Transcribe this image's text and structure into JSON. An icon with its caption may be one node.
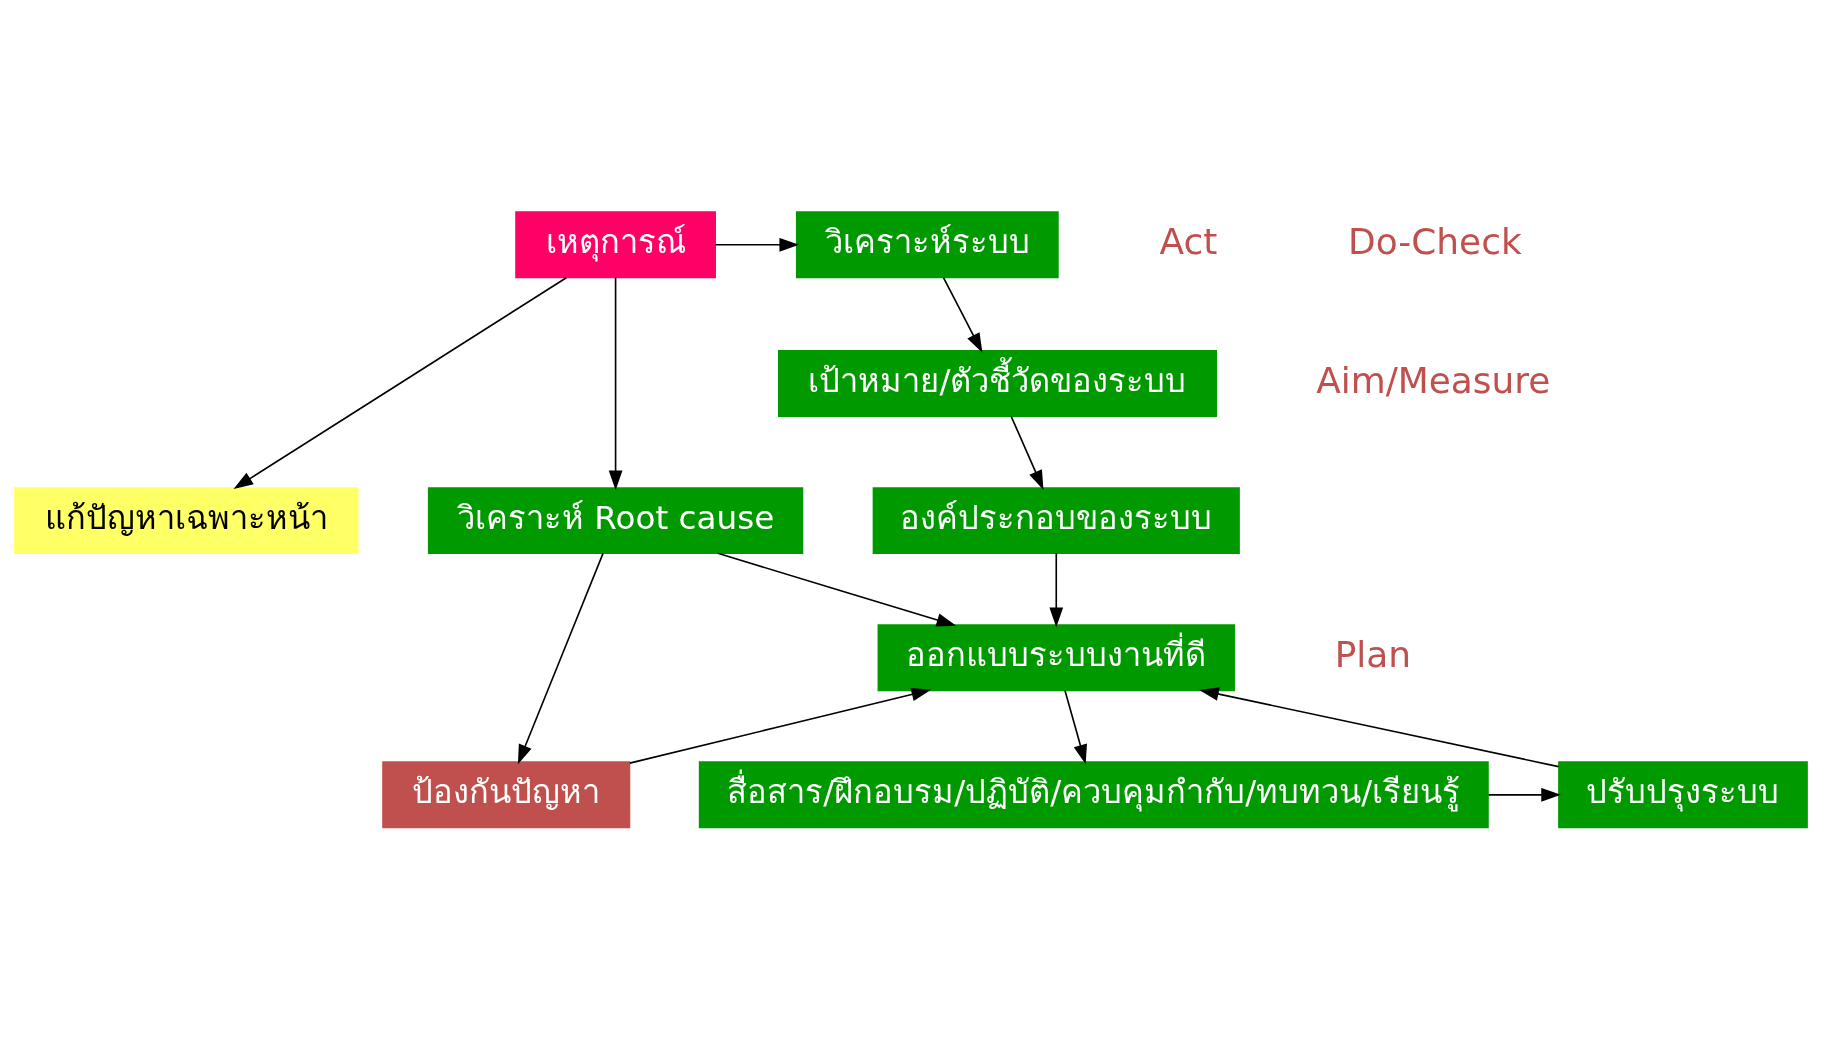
{
  "diagram": {
    "nodes": [
      {
        "text": [
          "เหตุการณ์"
        ]
      },
      {
        "text": [
          "วิเคราะห์ระบบ"
        ]
      },
      {
        "text": [
          "เป้าหมาย/ตัวชี้วัดของระบบ"
        ]
      },
      {
        "text": [
          "แก้ปัญหาเฉพาะหน้า"
        ]
      },
      {
        "text": [
          "วิเคราะห์ Root cause"
        ]
      },
      {
        "text": [
          "องค์ประกอบของระบบ"
        ]
      },
      {
        "text": [
          "ออกแบบระบบงานที่ดี"
        ]
      },
      {
        "text": [
          "ป้องกันปัญหา"
        ]
      },
      {
        "text": [
          "ปรับปรุงระบบ"
        ]
      },
      {
        "text": [
          "สื่อสาร/ฝึกอบรม/ปฏิบัติ/ควบคุมกำกับ/ทบทวน/เรียนรู้"
        ]
      }
    ],
    "edges": [
      {
        "from": 0,
        "to": 1,
        "arrow": "to"
      },
      {
        "from": 0,
        "to": 3,
        "arrow": "to"
      },
      {
        "from": 0,
        "to": 4,
        "arrow": "to"
      },
      {
        "from": 1,
        "to": 2,
        "arrow": "to"
      },
      {
        "from": 2,
        "to": 5,
        "arrow": "to"
      },
      {
        "from": 5,
        "to": 6,
        "arrow": "to"
      },
      {
        "from": 4,
        "to": 7,
        "arrow": "to"
      },
      {
        "from": 4,
        "to": 6,
        "arrow": "to"
      },
      {
        "from": 7,
        "to": 6,
        "arrow": "to"
      },
      {
        "from": 6,
        "to": 9,
        "arrow": "to"
      },
      {
        "from": 9,
        "to": 8,
        "arrow": "to"
      },
      {
        "from": 8,
        "to": 6,
        "arrow": "to"
      }
    ],
    "labels": [
      "Aim/Measure",
      "Plan",
      "Act",
      "Do-Check"
    ]
  }
}
